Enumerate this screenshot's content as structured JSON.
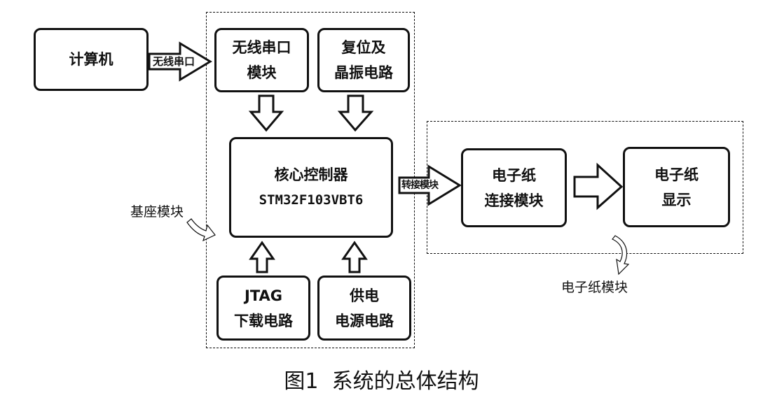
{
  "boxes": {
    "computer": {
      "label": "计算机"
    },
    "wireless": {
      "line1": "无线串口",
      "line2": "模块"
    },
    "reset": {
      "line1": "复位及",
      "line2": "晶振电路"
    },
    "core": {
      "line1": "核心控制器",
      "line2": "STM32F103VBT6"
    },
    "jtag": {
      "line1": "JTAG",
      "line2": "下载电路"
    },
    "power": {
      "line1": "供电",
      "line2": "电源电路"
    },
    "epd_connect": {
      "line1": "电子纸",
      "line2": "连接模块"
    },
    "epd_display": {
      "line1": "电子纸",
      "line2": "显示"
    }
  },
  "arrows": {
    "wireless_label": "无线串口",
    "convert_label": "转接模块"
  },
  "regions": {
    "base_label": "基座模块",
    "epaper_label": "电子纸模块"
  },
  "caption": "图1  系统的总体结构"
}
